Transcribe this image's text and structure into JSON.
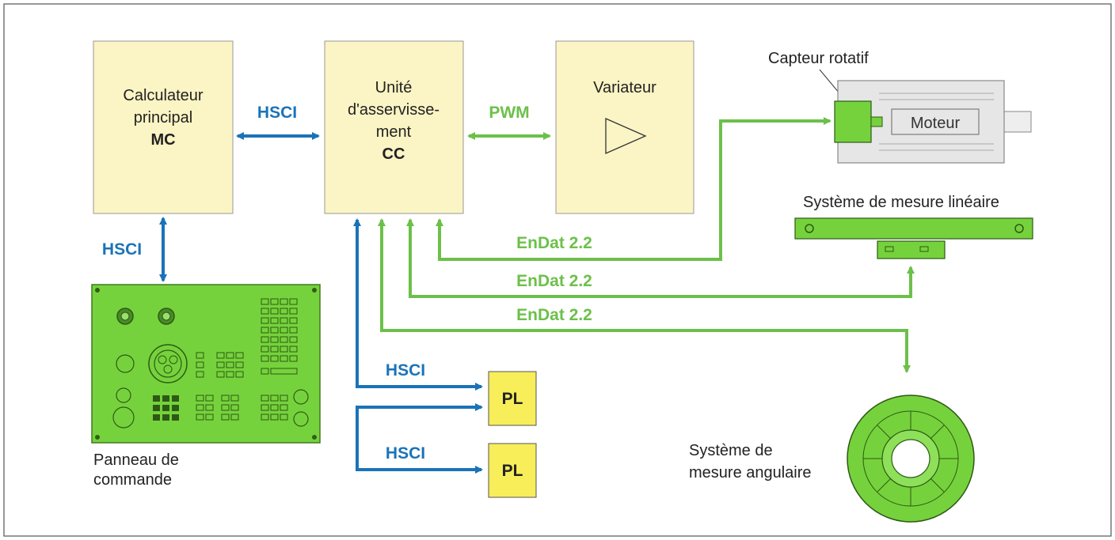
{
  "boxes": {
    "mc": {
      "line1": "Calculateur",
      "line2": "principal",
      "line3": "MC"
    },
    "cc": {
      "line1": "Unité",
      "line2": "d'asservisse-",
      "line3": "ment",
      "line4": "CC"
    },
    "variateur": {
      "line1": "Variateur"
    },
    "pl1": {
      "text": "PL"
    },
    "pl2": {
      "text": "PL"
    }
  },
  "links": {
    "hsci_mc_cc": "HSCI",
    "hsci_mc_panel": "HSCI",
    "pwm": "PWM",
    "endat_1": "EnDat 2.2",
    "endat_2": "EnDat 2.2",
    "endat_3": "EnDat 2.2",
    "hsci_pl1": "HSCI",
    "hsci_pl2": "HSCI"
  },
  "devices": {
    "rotary_encoder": "Capteur rotatif",
    "motor": "Moteur",
    "linear_encoder": "Système de mesure linéaire",
    "angle_encoder_line1": "Système de",
    "angle_encoder_line2": "mesure angulaire",
    "panel_line1": "Panneau de",
    "panel_line2": "commande"
  },
  "colors": {
    "blue": "#1a73b8",
    "green": "#6cc04a",
    "box_fill": "#fbf4c4",
    "pl_fill": "#f7ee5a",
    "device_green": "#76d23c"
  }
}
